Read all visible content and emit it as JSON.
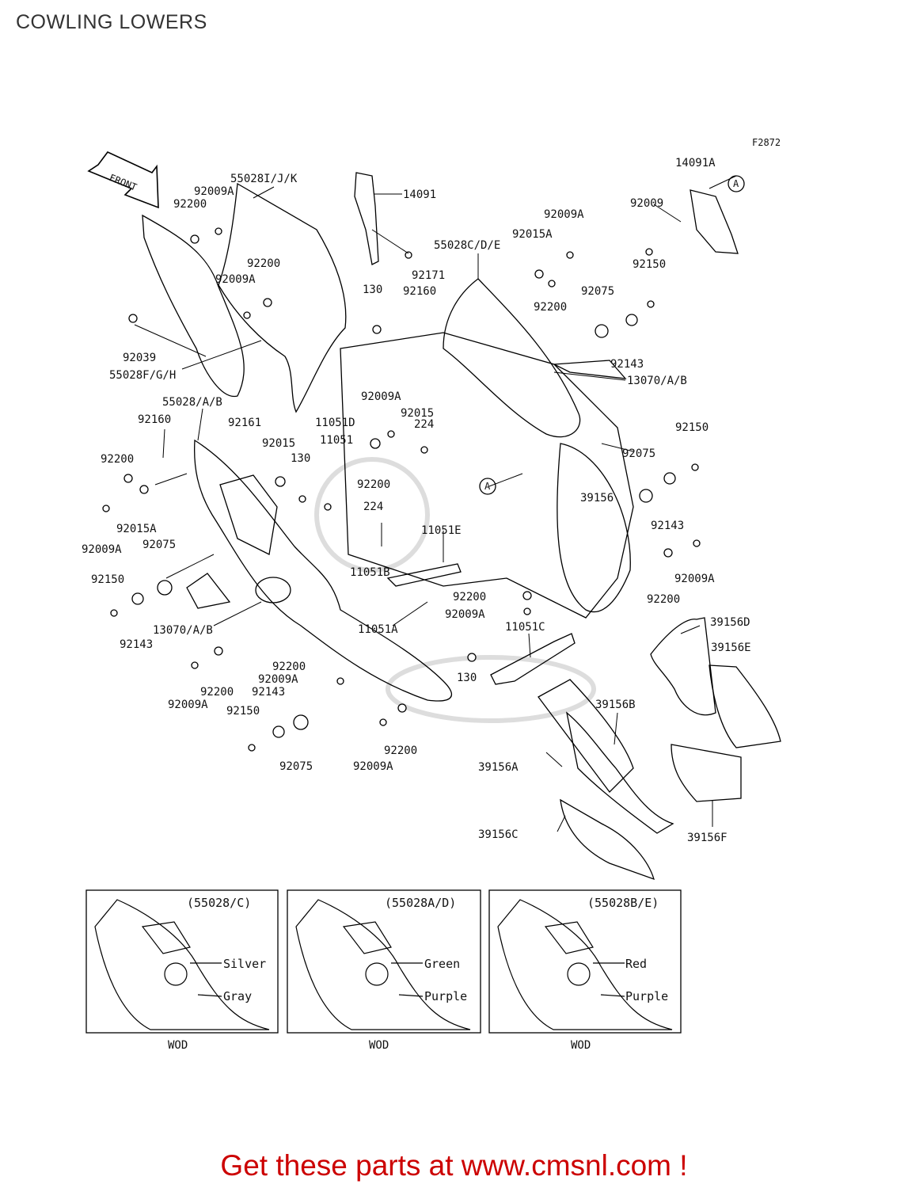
{
  "page": {
    "title": "COWLING LOWERS"
  },
  "figure_code": "F2872",
  "front_arrow": "FRONT",
  "callouts": [
    {
      "text": "55028I/J/K"
    },
    {
      "text": "92009A"
    },
    {
      "text": "92200"
    },
    {
      "text": "92200"
    },
    {
      "text": "92009A"
    },
    {
      "text": "92039"
    },
    {
      "text": "55028F/G/H"
    },
    {
      "text": "14091"
    },
    {
      "text": "92171"
    },
    {
      "text": "130"
    },
    {
      "text": "92160"
    },
    {
      "text": "55028C/D/E"
    },
    {
      "text": "92015A"
    },
    {
      "text": "92009A"
    },
    {
      "text": "92200"
    },
    {
      "text": "92075"
    },
    {
      "text": "92009"
    },
    {
      "text": "14091A"
    },
    {
      "text": "92150"
    },
    {
      "text": "92143"
    },
    {
      "text": "13070/A/B"
    },
    {
      "text": "92161"
    },
    {
      "text": "11051D"
    },
    {
      "text": "92009A"
    },
    {
      "text": "92015"
    },
    {
      "text": "224"
    },
    {
      "text": "55028/A/B"
    },
    {
      "text": "92160"
    },
    {
      "text": "92015"
    },
    {
      "text": "11051"
    },
    {
      "text": "130"
    },
    {
      "text": "92200"
    },
    {
      "text": "224"
    },
    {
      "text": "92200"
    },
    {
      "text": "92015A"
    },
    {
      "text": "92009A"
    },
    {
      "text": "92075"
    },
    {
      "text": "92150"
    },
    {
      "text": "92143"
    },
    {
      "text": "13070/A/B"
    },
    {
      "text": "11051E"
    },
    {
      "text": "11051B"
    },
    {
      "text": "92200"
    },
    {
      "text": "92009A"
    },
    {
      "text": "11051A"
    },
    {
      "text": "11051C"
    },
    {
      "text": "130"
    },
    {
      "text": "92200"
    },
    {
      "text": "92009A"
    },
    {
      "text": "92143"
    },
    {
      "text": "92200"
    },
    {
      "text": "92009A"
    },
    {
      "text": "92150"
    },
    {
      "text": "92075"
    },
    {
      "text": "92200"
    },
    {
      "text": "92009A"
    },
    {
      "text": "92150"
    },
    {
      "text": "92075"
    },
    {
      "text": "39156"
    },
    {
      "text": "92143"
    },
    {
      "text": "92009A"
    },
    {
      "text": "92200"
    },
    {
      "text": "39156D"
    },
    {
      "text": "39156E"
    },
    {
      "text": "39156B"
    },
    {
      "text": "39156A"
    },
    {
      "text": "39156C"
    },
    {
      "text": "39156F"
    }
  ],
  "ref_markers": [
    "A",
    "A"
  ],
  "insets": [
    {
      "code": "(55028/C)",
      "upper": "Silver",
      "lower": "Gray",
      "caption": "WOD"
    },
    {
      "code": "(55028A/D)",
      "upper": "Green",
      "lower": "Purple",
      "caption": "WOD"
    },
    {
      "code": "(55028B/E)",
      "upper": "Red",
      "lower": "Purple",
      "caption": "WOD"
    }
  ],
  "footer": {
    "text": "Get these parts at www.cmsnl.com !"
  },
  "colors": {
    "footer": "#cc0000",
    "line": "#000000"
  }
}
